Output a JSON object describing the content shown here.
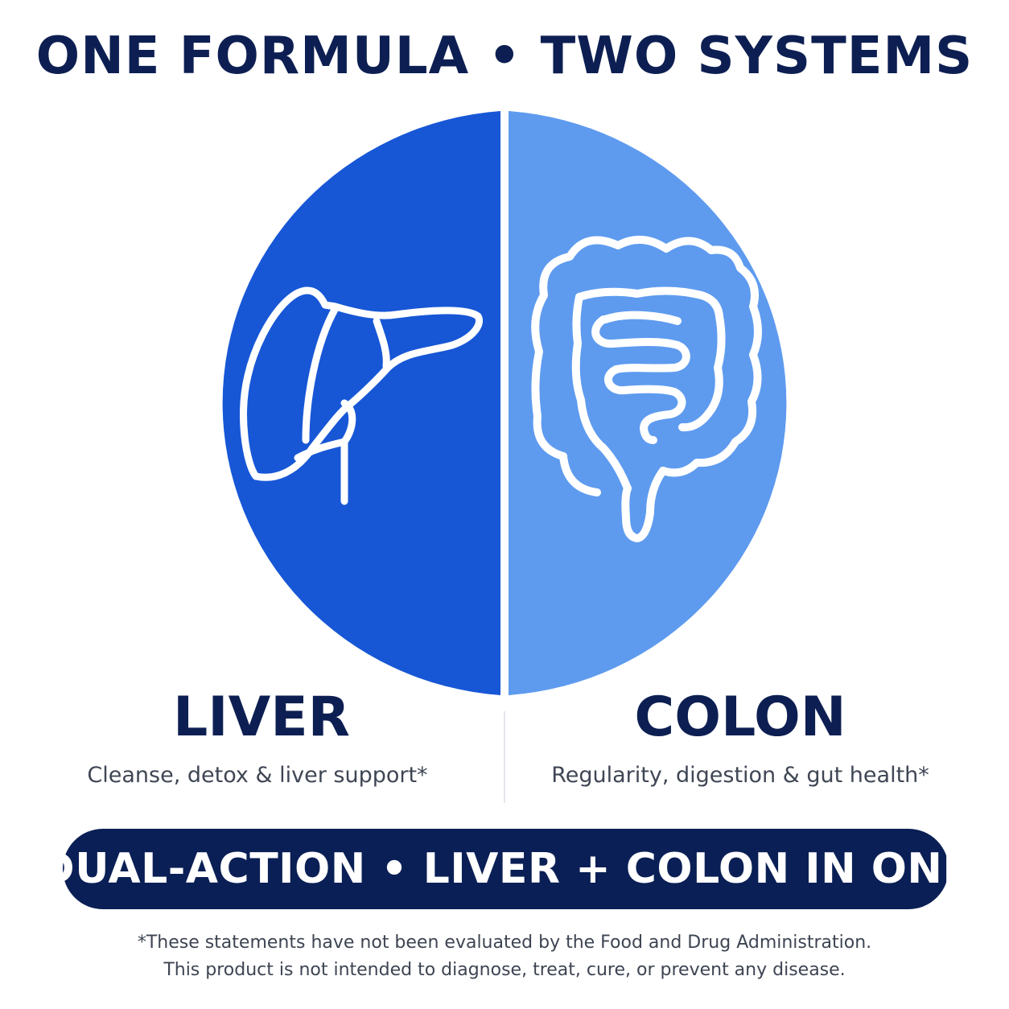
{
  "headline": "ONE FORMULA • TWO SYSTEMS",
  "colors": {
    "navy": "#0d1f52",
    "banner_navy": "#0a1f55",
    "liver_blue": "#1757d6",
    "colon_blue": "#5e9bef",
    "icon_stroke": "#ffffff"
  },
  "panels": [
    {
      "title": "LIVER",
      "description": "Cleanse, detox & liver support*",
      "icon": "liver-icon"
    },
    {
      "title": "COLON",
      "description": "Regularity, digestion & gut health*",
      "icon": "colon-icon"
    }
  ],
  "banner": {
    "text": "DUAL-ACTION • LIVER + COLON IN ONE"
  },
  "disclaimer": {
    "line1": "*These statements have not been evaluated by the Food and Drug Administration.",
    "line2": "This product is not intended to diagnose, treat, cure, or prevent any disease."
  }
}
